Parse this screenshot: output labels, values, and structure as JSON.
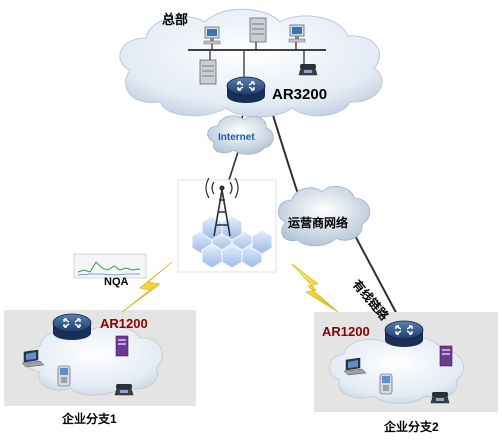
{
  "headquarters": {
    "label": "总部",
    "router_label": "AR3200"
  },
  "internet": {
    "label": "Internet"
  },
  "carrier": {
    "label": "运营商网络"
  },
  "wired_link": {
    "label": "有线链路"
  },
  "nqa": {
    "label": "NQA"
  },
  "branch1": {
    "label": "企业分支1",
    "router_label": "AR1200"
  },
  "branch2": {
    "label": "企业分支2",
    "router_label": "AR1200"
  },
  "colors": {
    "router_label_branch": "#8b0000",
    "router_label_hq": "#000000",
    "internet_text": "#1a5fb4",
    "branch_box": "#e6e6e6",
    "cloud": "#dfe8f2",
    "lightning": "#f5d800"
  }
}
